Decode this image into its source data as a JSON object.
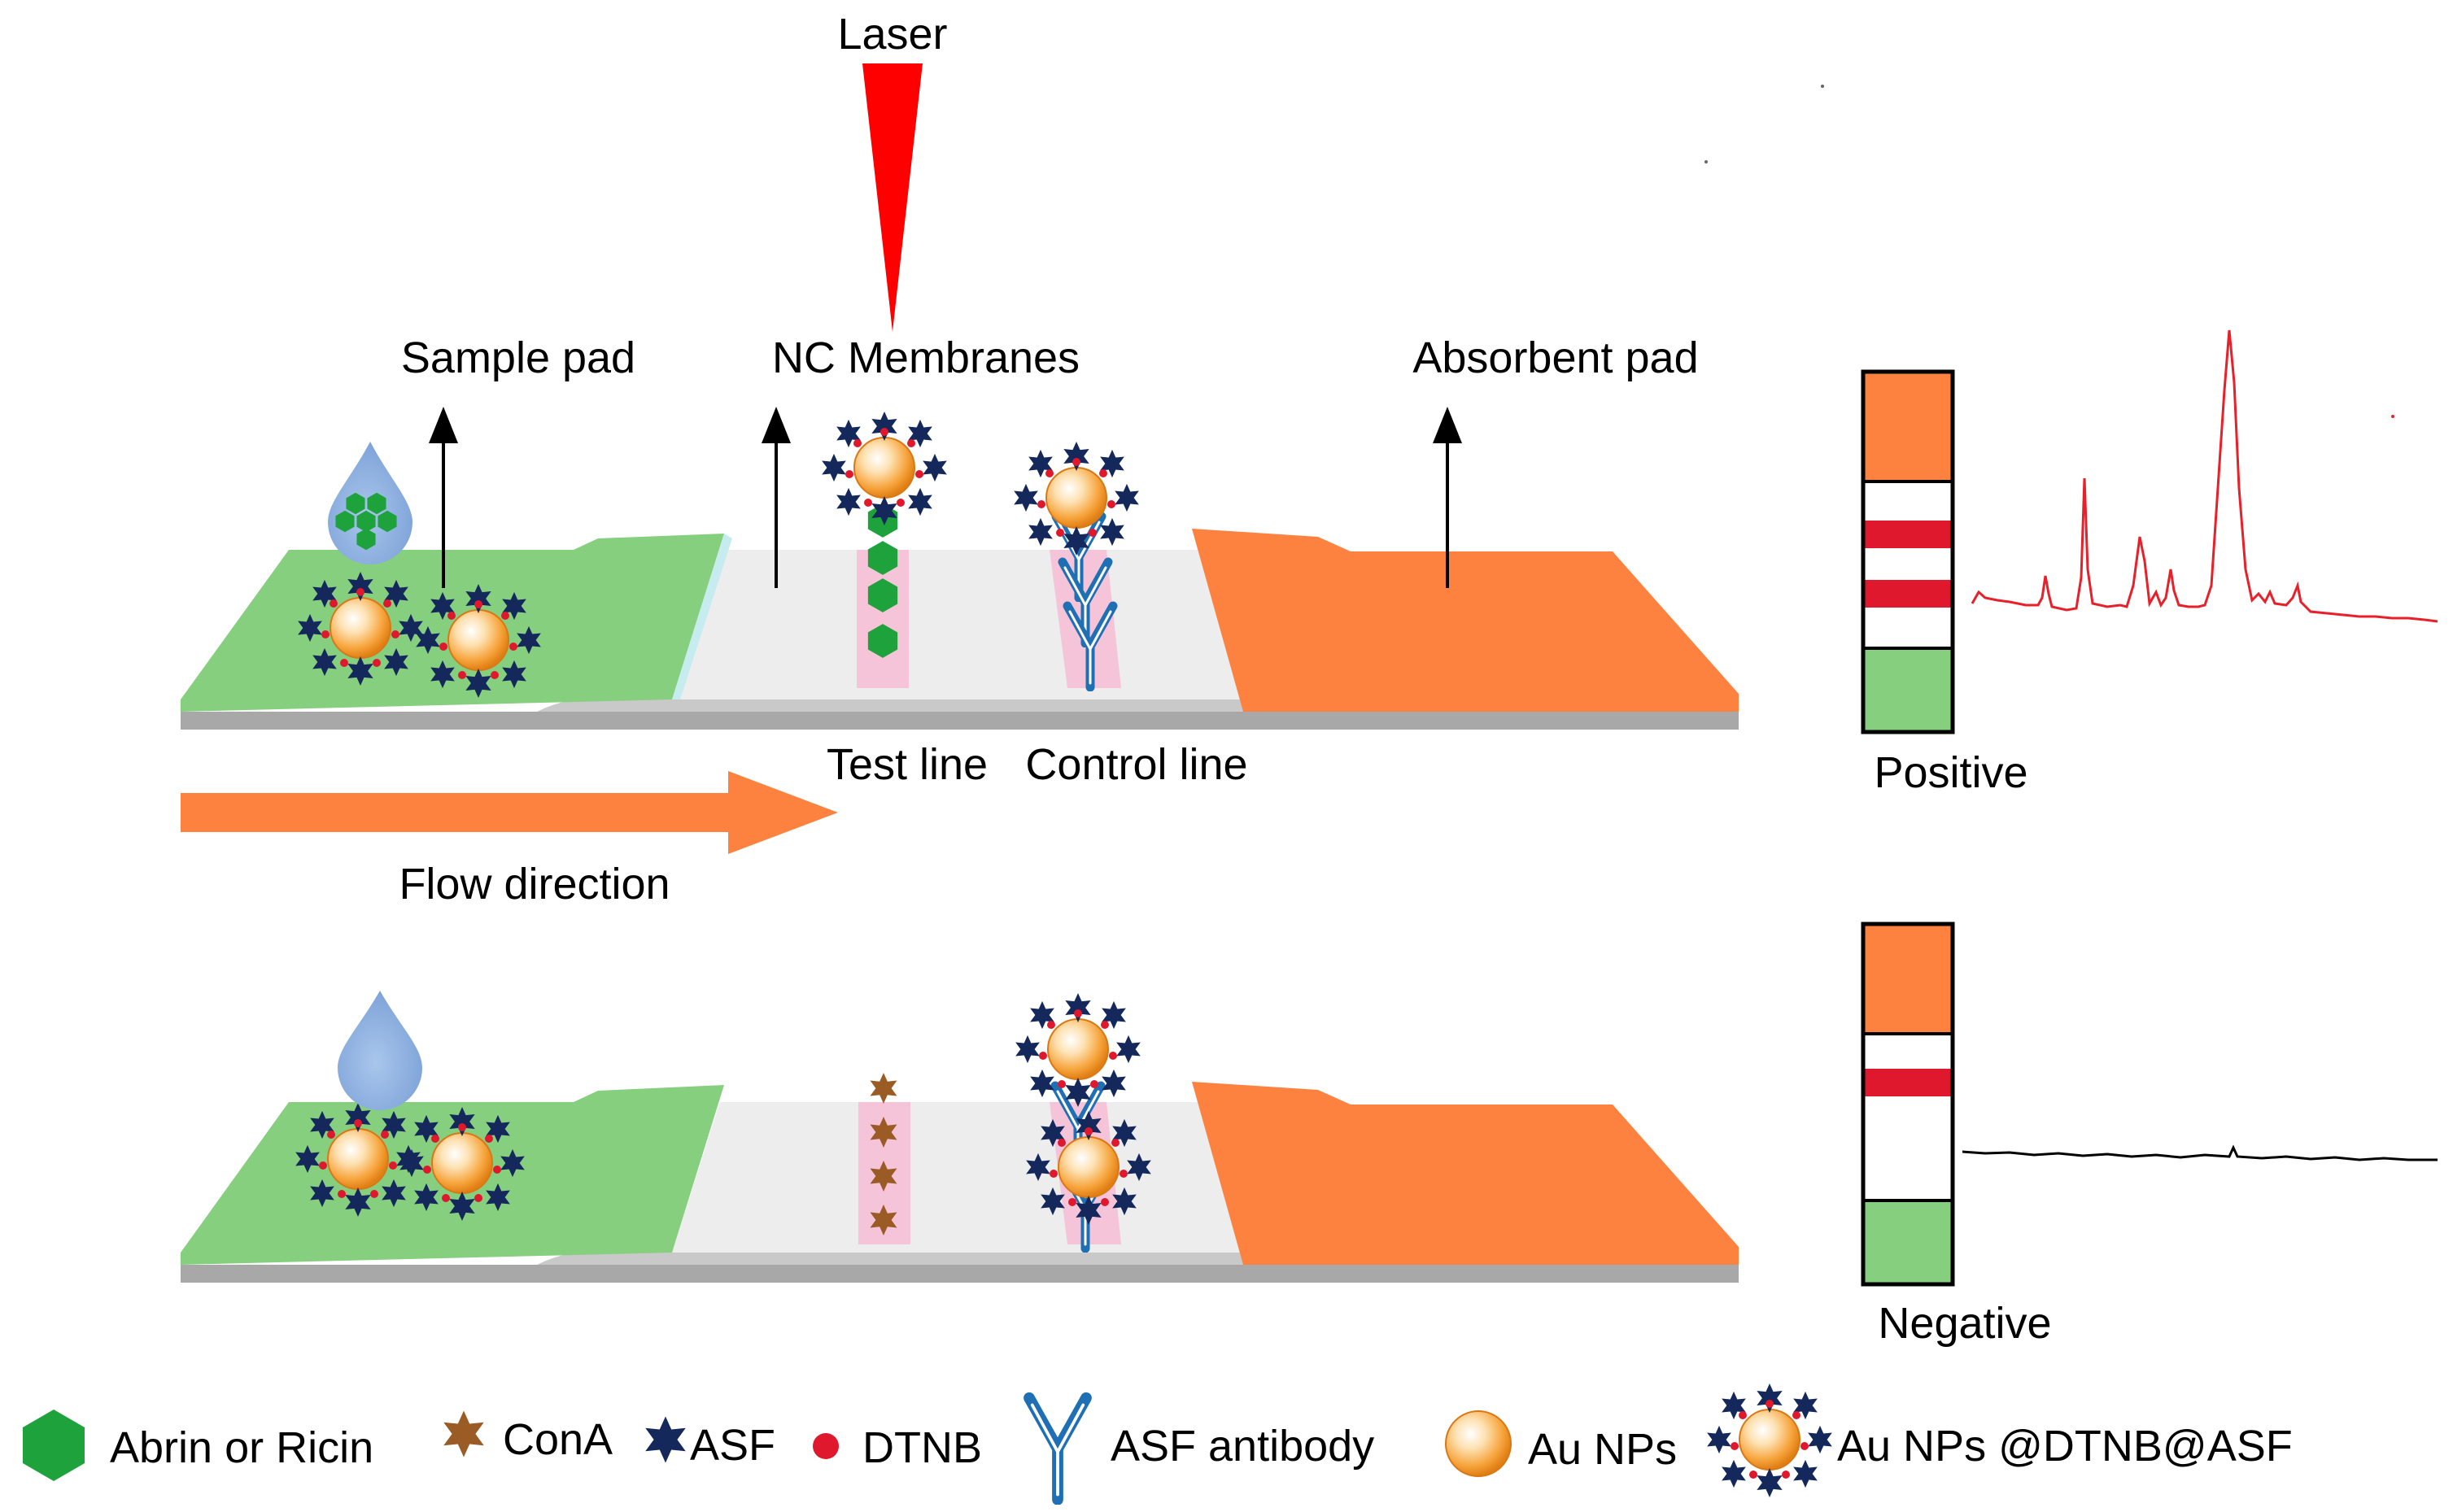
{
  "labels": {
    "laser": "Laser",
    "sample_pad": "Sample pad",
    "nc_membranes": "NC Membranes",
    "absorbent_pad": "Absorbent pad",
    "test_line": "Test line",
    "control_line": "Control line",
    "flow_direction": "Flow direction",
    "positive": "Positive",
    "negative": "Negative"
  },
  "legend": [
    {
      "icon": "hexagon-icon",
      "label": "Abrin or Ricin"
    },
    {
      "icon": "brown-star-icon",
      "label": "ConA"
    },
    {
      "icon": "navy-star-icon",
      "label": "ASF"
    },
    {
      "icon": "red-dot-icon",
      "label": "DTNB"
    },
    {
      "icon": "antibody-icon",
      "label": "ASF antibody"
    },
    {
      "icon": "gold-sphere-icon",
      "label": "Au NPs"
    },
    {
      "icon": "conjugate-icon",
      "label": "Au NPs @DTNB@ASF"
    }
  ],
  "colors": {
    "sample_pad": "#86cf7f",
    "nc_membrane": "#ededed",
    "absorbent_pad": "#fd8240",
    "backing": "#a8a8a8",
    "line_pink": "#f5c4d8",
    "band_red": "#e0182d",
    "laser_red": "#ff0000",
    "hexagon_green": "#1ea23b",
    "asf_navy": "#14285c",
    "cona_brown": "#9a5b25",
    "dtnb_red": "#e0182d",
    "antibody_blue": "#1f6fb5",
    "drop_blue": "#86aee0",
    "flow_arrow": "#fd8240",
    "spectrum_positive": "#e8202a",
    "spectrum_negative": "#000000"
  }
}
